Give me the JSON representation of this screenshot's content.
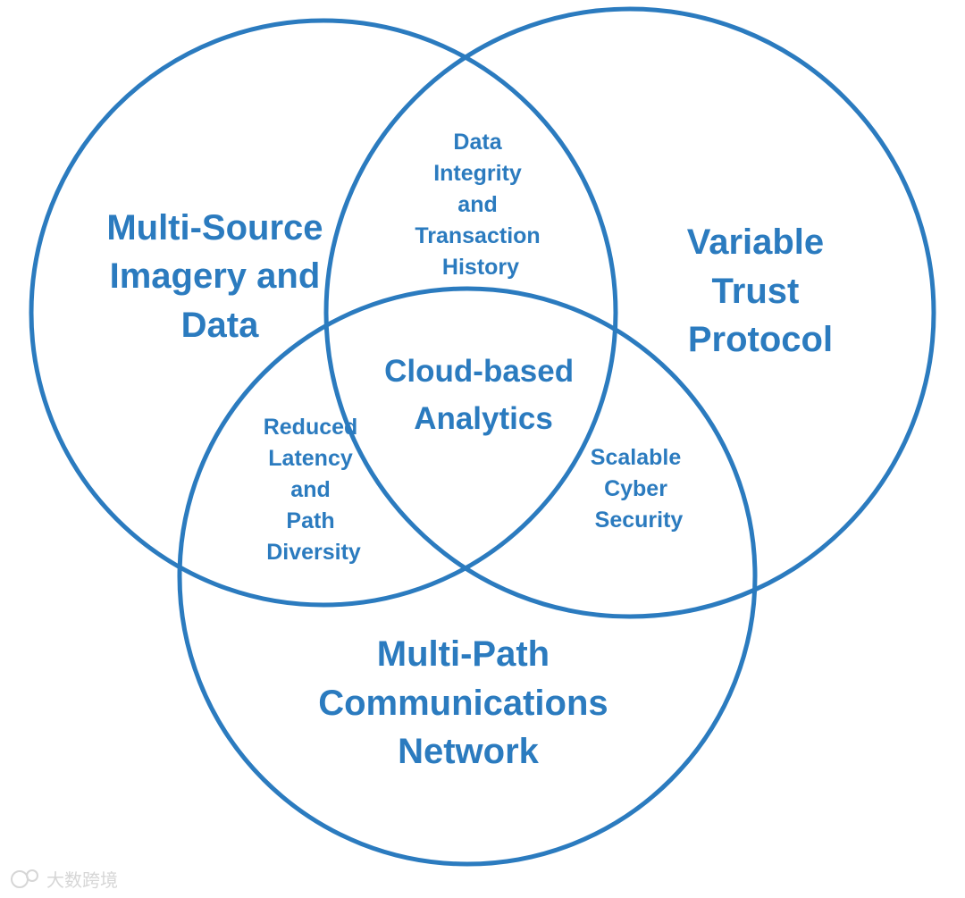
{
  "sets": {
    "multi_source": [
      "Multi-Source",
      "Imagery and",
      "Data"
    ],
    "variable_trust": [
      "Variable",
      "Trust",
      "Protocol"
    ],
    "multi_path": [
      "Multi-Path",
      "Communications",
      "Network"
    ]
  },
  "intersections": {
    "multi_source_variable_trust": [
      "Data",
      "Integrity",
      "and",
      "Transaction",
      "History"
    ],
    "multi_source_multi_path": [
      "Reduced",
      "Latency",
      "and",
      "Path",
      "Diversity"
    ],
    "variable_trust_multi_path": [
      "Scalable",
      "Cyber",
      "Security"
    ],
    "all_three": [
      "Cloud-based",
      "Analytics"
    ]
  },
  "watermark": "大数跨境",
  "colors": {
    "accent": "#2b7bbf"
  }
}
